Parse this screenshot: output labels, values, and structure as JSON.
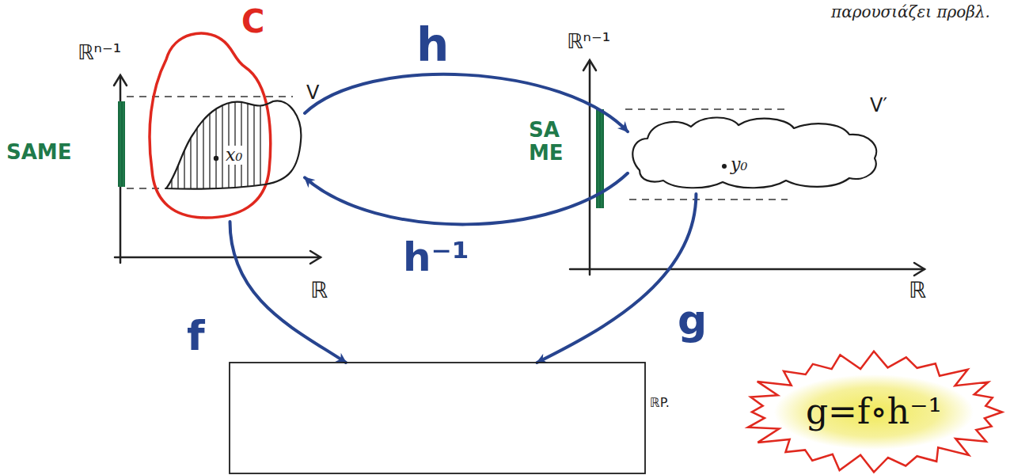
{
  "diagram": {
    "nodes": [
      {
        "text": [
          "C"
        ]
      },
      {
        "text": [
          "V",
          "x₀"
        ]
      },
      {
        "text": [
          "V′",
          "y₀"
        ]
      },
      {
        "text": [
          "ℝP."
        ]
      },
      {
        "text": [
          "g=f∘h⁻¹"
        ]
      }
    ],
    "edges": [
      {
        "from": 1,
        "to": 2,
        "label": "h",
        "arrow": "to"
      },
      {
        "from": 2,
        "to": 1,
        "label": "h⁻¹",
        "arrow": "to"
      },
      {
        "from": 0,
        "to": 3,
        "label": "f",
        "arrow": "to"
      },
      {
        "from": 2,
        "to": 3,
        "label": "g",
        "arrow": "to"
      }
    ],
    "labels": [
      "παρουσιάζει προβλ.",
      "ℝⁿ⁻¹",
      "SAME",
      "ℝ",
      "ℝⁿ⁻¹",
      "SA ME",
      "ℝ"
    ]
  }
}
